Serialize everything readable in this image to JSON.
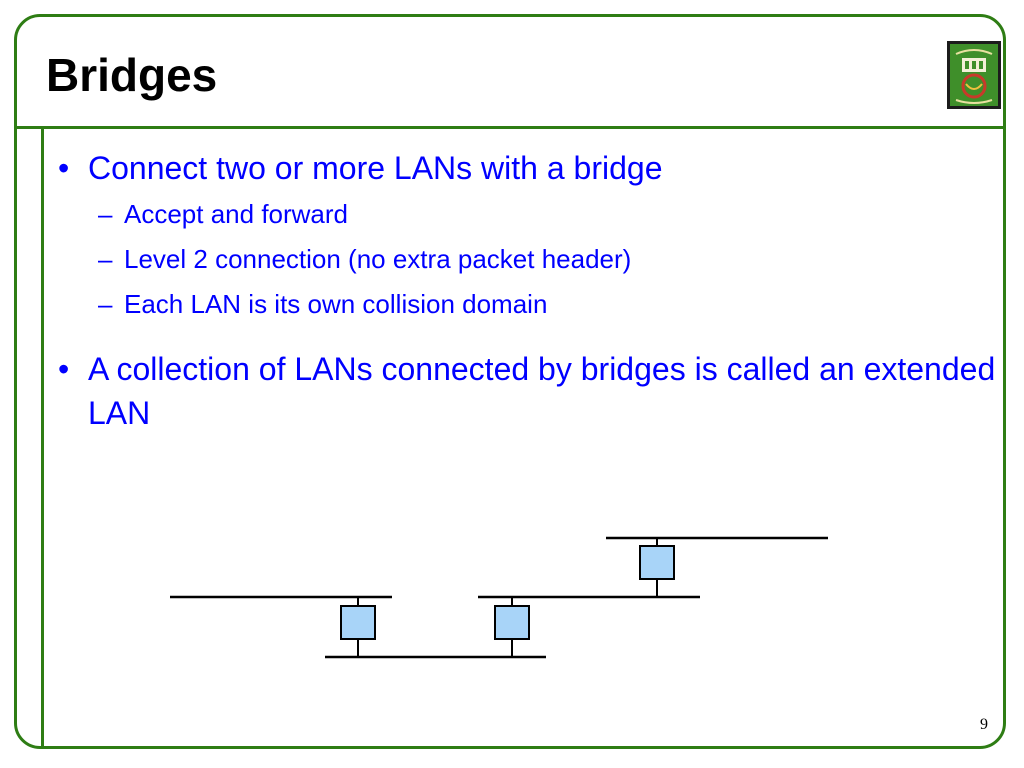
{
  "slide": {
    "title": "Bridges",
    "page_number": "9",
    "logo_icon": "university-crest-icon"
  },
  "content": {
    "bullet_mark": "•",
    "dash_mark": "–",
    "bullets": [
      {
        "text": "Connect two or more LANs with a bridge",
        "sub": [
          "Accept and forward",
          "Level 2 connection (no extra packet header)",
          "Each LAN is its own collision domain"
        ]
      },
      {
        "text": "A collection of LANs connected by bridges is called an extended LAN"
      }
    ]
  },
  "colors": {
    "frame_green": "#2e7d14",
    "text_blue": "#0000ff",
    "bridge_fill": "#a8d4f8"
  },
  "diagram": {
    "lans": 4,
    "bridges": 3
  }
}
